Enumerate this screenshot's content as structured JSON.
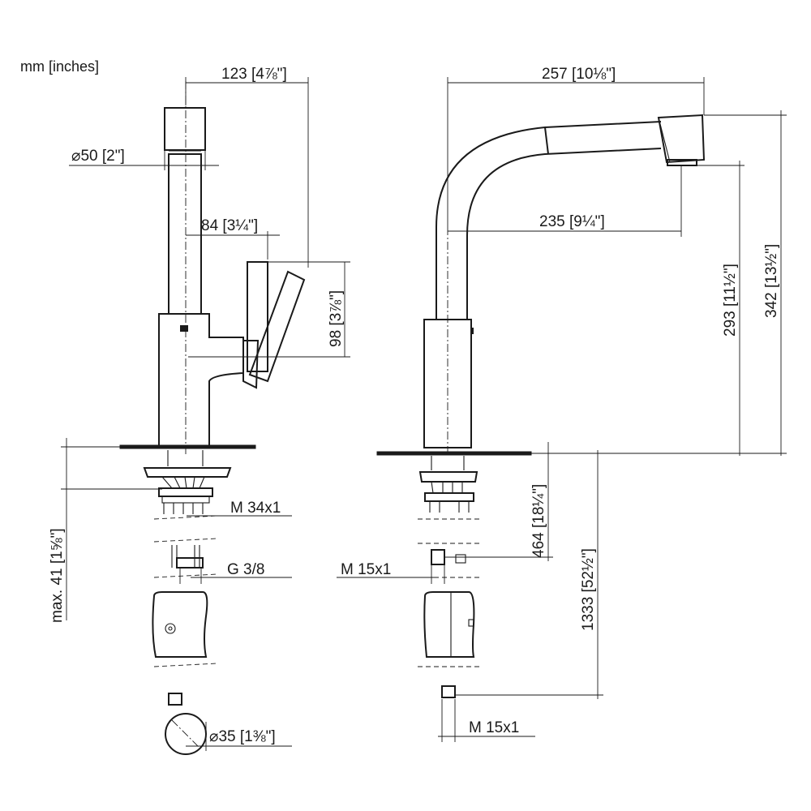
{
  "units_label": "mm [inches]",
  "dimensions": {
    "spout_reach_side": "123",
    "spout_reach_side_in": "4⅞\"",
    "top_diameter": "50",
    "top_diameter_in": "2\"",
    "lever_offset": "84",
    "lever_offset_in": "3¼\"",
    "lever_height": "98",
    "lever_height_in": "3⅞\"",
    "overall_reach": "257",
    "overall_reach_in": "10⅛\"",
    "spout_reach": "235",
    "spout_reach_in": "9¼\"",
    "outlet_height": "293",
    "outlet_height_in": "11½\"",
    "total_height": "342",
    "total_height_in": "13½\"",
    "hose_length": "464",
    "hose_length_in": "18¼\"",
    "total_hose_length": "1333",
    "total_hose_length_in": "52½\"",
    "max_counter_thickness": "max. 41",
    "max_counter_thickness_in": "1⅝\"",
    "hole_diameter": "35",
    "hole_diameter_in": "1⅜\""
  },
  "threads": {
    "mounting_thread": "M 34x1",
    "supply_thread": "G 3/8",
    "hose_thread_upper": "M 15x1",
    "hose_thread_lower": "M 15x1"
  }
}
